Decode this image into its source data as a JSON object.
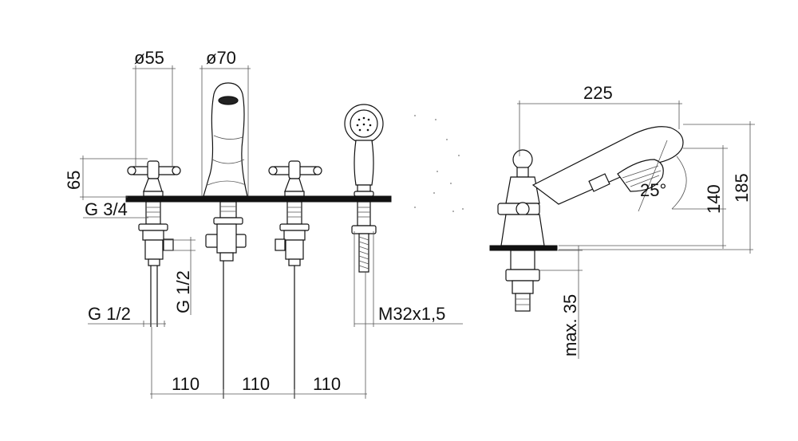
{
  "labels": {
    "dia_handle": "ø55",
    "dia_spout": "ø70",
    "height_65": "65",
    "thread_g34": "G 3/4",
    "thread_g12_vertical": "G 1/2",
    "thread_g12": "G 1/2",
    "thread_m32": "M32x1,5",
    "spacing_1": "110",
    "spacing_2": "110",
    "spacing_3": "110",
    "length_225": "225",
    "angle": "25°",
    "height_140": "140",
    "height_185": "185",
    "max_35": "max. 35"
  }
}
